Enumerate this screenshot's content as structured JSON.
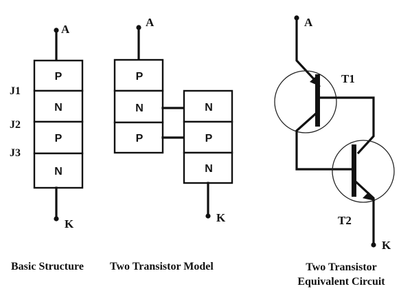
{
  "basic": {
    "terminal_a": "A",
    "terminal_k": "K",
    "layers": [
      "P",
      "N",
      "P",
      "N"
    ],
    "junctions": [
      "J1",
      "J2",
      "J3"
    ],
    "caption": "Basic Structure"
  },
  "model": {
    "terminal_a": "A",
    "terminal_k": "K",
    "upper_layers": [
      "P",
      "N",
      "P"
    ],
    "lower_layers": [
      "N",
      "P",
      "N"
    ],
    "caption": "Two Transistor Model"
  },
  "equivalent": {
    "terminal_a": "A",
    "terminal_k": "K",
    "t1_label": "T1",
    "t2_label": "T2",
    "caption_line1": "Two Transistor",
    "caption_line2": "Equivalent Circuit"
  }
}
